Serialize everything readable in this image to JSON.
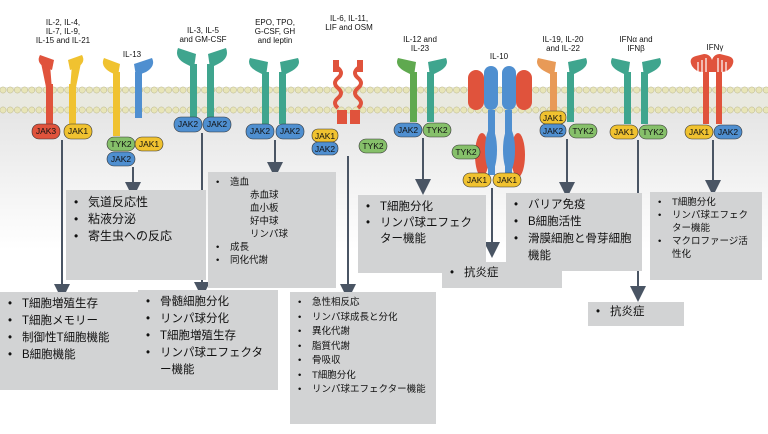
{
  "receptor_labels": {
    "il2": "IL-2, IL-4,\nIL-7, IL-9,\nIL-15 and IL-21",
    "il13": "IL-13",
    "il3": "IL-3, IL-5\nand GM-CSF",
    "epo": "EPO, TPO,\nG-CSF, GH\nand leptin",
    "il6": "IL-6, IL-11,\nLIF and OSM",
    "il12": "IL-12 and\nIL-23",
    "il10": "IL-10",
    "il19": "IL-19, IL-20\nand IL-22",
    "ifna": "IFNα and\nIFNβ",
    "ifng": "IFNγ"
  },
  "kinases": {
    "jak1": "JAK1",
    "jak2": "JAK2",
    "jak3": "JAK3",
    "tyk2": "TYK2"
  },
  "boxes": {
    "il2_lower": [
      "T細胞増殖生存",
      "T細胞メモリー",
      "制御性T細胞機能",
      "B細胞機能"
    ],
    "il13_upper": [
      "気道反応性",
      "粘液分泌",
      "寄生虫への反応"
    ],
    "il3_lower": [
      "骨髄細胞分化",
      "リンパ球分化",
      "T細胞増殖生存",
      "リンパ球エフェクター機能"
    ],
    "epo_upper": {
      "head": "造血",
      "subs": [
        "赤血球",
        "血小板",
        "好中球",
        "リンパ球"
      ],
      "tail": [
        "成長",
        "同化代謝"
      ]
    },
    "il6_lower": [
      "急性相反応",
      "リンパ球成長と分化",
      "異化代謝",
      "脂質代謝",
      "骨吸収",
      "T細胞分化",
      "リンパ球エフェクター機能"
    ],
    "il12_upper": [
      "T細胞分化",
      "リンパ球エフェクター機能"
    ],
    "il10_lower": [
      "抗炎症"
    ],
    "il19_upper": [
      "バリア免疫",
      "B細胞活性",
      "滑膜細胞と骨芽細胞機能"
    ],
    "ifna_lower": [
      "抗炎症"
    ],
    "ifng_upper": [
      "T細胞分化",
      "リンパ球エフェクター機能",
      "マクロファージ活性化"
    ]
  },
  "colors": {
    "red": "#e0533c",
    "blue": "#4f8fd0",
    "green": "#5fa94f",
    "yellow": "#f0c230",
    "teal": "#3fa58e",
    "lightgreen": "#86c06a",
    "orange": "#e89a57",
    "box": "#d2d3d4",
    "membrane_bg": "#ececec",
    "arrow": "#4a5564"
  }
}
